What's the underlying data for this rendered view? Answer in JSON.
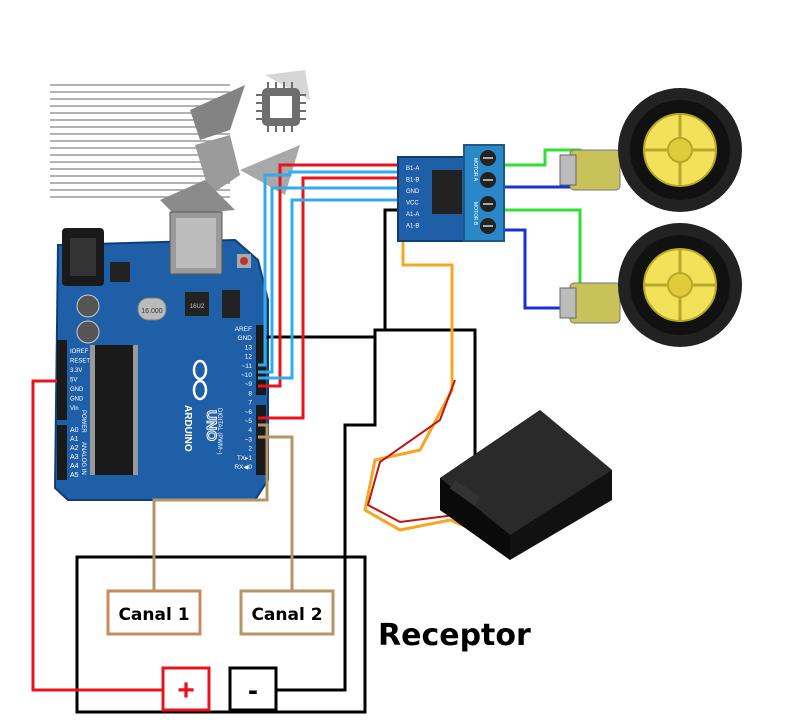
{
  "board": {
    "name": "ARDUINO",
    "model": "UNO",
    "digital_label": "DIGITAL (PWM~)",
    "analog_label": "ANALOG IN",
    "power_label": "POWER",
    "chip_small_label": "16U2",
    "crystal_label": "16.000",
    "pins_left": [
      "IOREF",
      "RESET",
      "3.3V",
      "5V",
      "GND",
      "GND",
      "Vin"
    ],
    "pins_analog": [
      "A0",
      "A1",
      "A2",
      "A3",
      "A4",
      "A5"
    ],
    "pins_right": [
      "AREF",
      "GND",
      "13",
      "12",
      "~11",
      "~10",
      "~9",
      "8",
      "7",
      "~6",
      "~5",
      "4",
      "~3",
      "2",
      "TX▸1",
      "RX◀0"
    ]
  },
  "driver": {
    "pins": [
      "B1-A",
      "B1-B",
      "GND",
      "VCC",
      "A1-A",
      "A1-B"
    ],
    "motor_labels": [
      "MOTOR A",
      "MOTOR B"
    ]
  },
  "receptor": {
    "title": "Receptor",
    "channel_1": "Canal 1",
    "channel_2": "Canal 2",
    "plus": "+",
    "minus": "-"
  },
  "colors": {
    "wire_red": "#e8141b",
    "wire_blue": "#1b2fd6",
    "wire_cyan": "#33aaee",
    "wire_green": "#33dd33",
    "wire_black": "#000000",
    "wire_orange": "#f5a623",
    "wire_tan": "#b59468",
    "board_blue": "#1f5fa8",
    "wheel_yellow": "#f3e15a"
  }
}
